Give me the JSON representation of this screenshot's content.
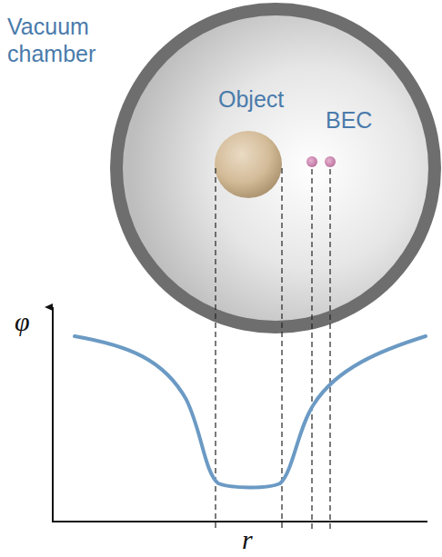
{
  "diagram": {
    "labels": [
      "Vacuum chamber",
      "Object",
      "BEC",
      "φ",
      "r"
    ]
  }
}
